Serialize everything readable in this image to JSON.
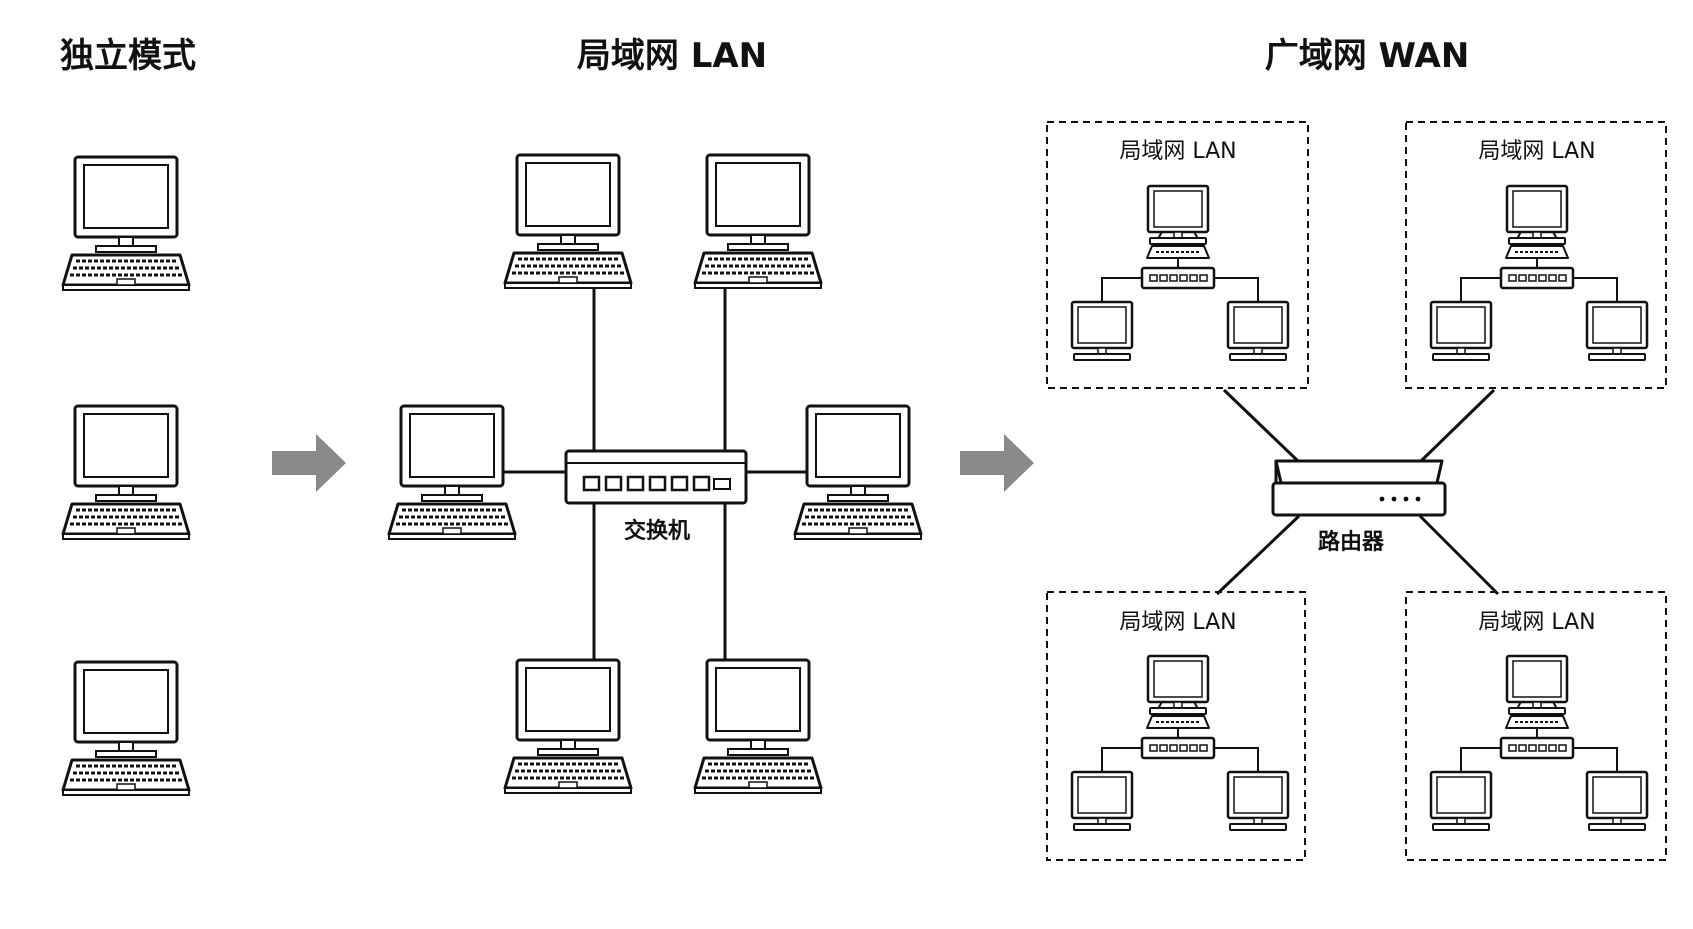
{
  "sections": {
    "standalone": {
      "title": "独立模式"
    },
    "lan": {
      "title": "局域网 LAN",
      "switch_label": "交换机"
    },
    "wan": {
      "title": "广域网 WAN",
      "router_label": "路由器"
    }
  },
  "wan_lans": [
    {
      "label": "局域网 LAN"
    },
    {
      "label": "局域网 LAN"
    },
    {
      "label": "局域网 LAN"
    },
    {
      "label": "局域网 LAN"
    }
  ],
  "colors": {
    "line": "#111111",
    "arrow": "#8a8a8a",
    "fill": "#ffffff"
  },
  "icons": [
    "computer-icon",
    "switch-icon",
    "router-icon",
    "arrow-right-icon"
  ]
}
